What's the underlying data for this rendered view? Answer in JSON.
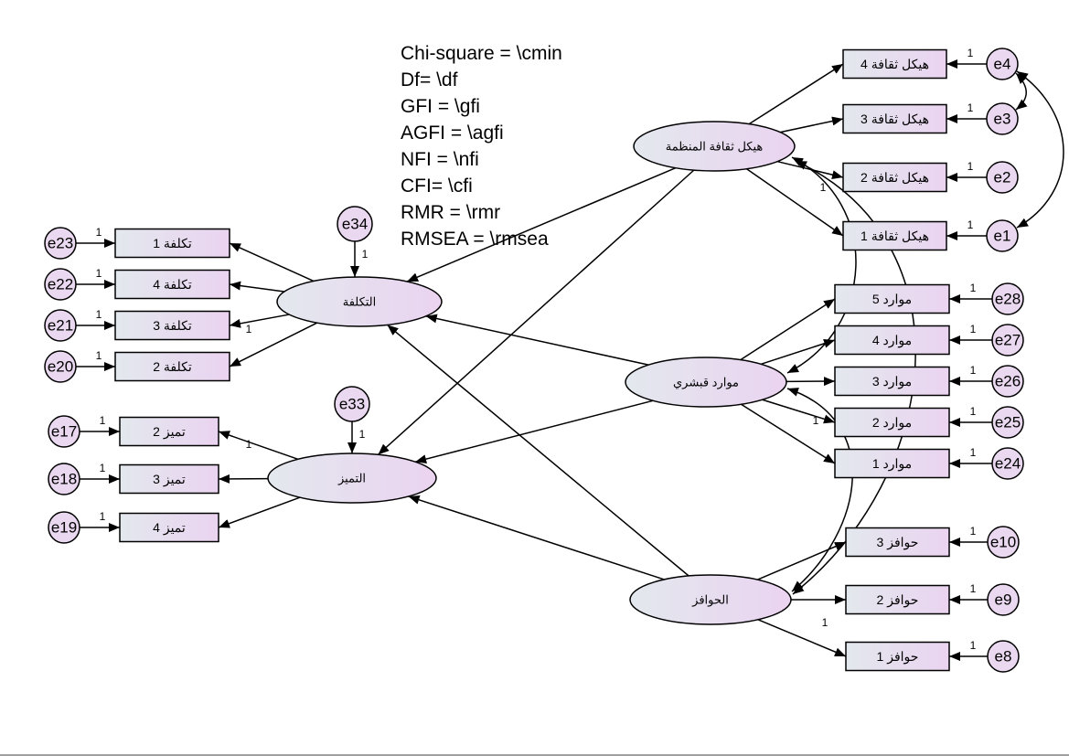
{
  "stats": [
    "Chi-square = \\cmin",
    "Df= \\df",
    "GFI = \\gfi",
    "AGFI = \\agfi",
    "NFI = \\nfi",
    "CFI= \\cfi",
    "RMR = \\rmr",
    "RMSEA = \\rmsea"
  ],
  "fixed_label": "1",
  "latents": {
    "culture": {
      "label": "هيكل ثقافة المنظمة",
      "indicators": [
        {
          "label": "هيكل ثقافة 4",
          "error": "e4"
        },
        {
          "label": "هيكل ثقافة 3",
          "error": "e3"
        },
        {
          "label": "هيكل ثقافة 2",
          "error": "e2"
        },
        {
          "label": "هيكل ثقافة 1",
          "error": "e1"
        }
      ]
    },
    "hr": {
      "label": "موارد قبشري",
      "indicators": [
        {
          "label": "موارد 5",
          "error": "e28"
        },
        {
          "label": "موارد 4",
          "error": "e27"
        },
        {
          "label": "موارد 3",
          "error": "e26"
        },
        {
          "label": "موارد 2",
          "error": "e25"
        },
        {
          "label": "موارد 1",
          "error": "e24"
        }
      ]
    },
    "incentives": {
      "label": "الحوافز",
      "indicators": [
        {
          "label": "حوافز 3",
          "error": "e10"
        },
        {
          "label": "حوافز 2",
          "error": "e9"
        },
        {
          "label": "حوافز 1",
          "error": "e8"
        }
      ]
    },
    "cost": {
      "label": "التكلفة",
      "disturbance": "e34",
      "indicators": [
        {
          "label": "تكلفة 1",
          "error": "e23"
        },
        {
          "label": "تكلفة 4",
          "error": "e22"
        },
        {
          "label": "تكلفة 3",
          "error": "e21"
        },
        {
          "label": "تكلفة 2",
          "error": "e20"
        }
      ]
    },
    "distinction": {
      "label": "التميز",
      "disturbance": "e33",
      "indicators": [
        {
          "label": "تميز  2",
          "error": "e17"
        },
        {
          "label": "تميز  3",
          "error": "e18"
        },
        {
          "label": "تميز  4",
          "error": "e19"
        }
      ]
    }
  },
  "colors": {
    "gradient_left": "#e3e8ee",
    "gradient_right": "#ead3f0",
    "error_fill": "#e9d8ef",
    "stroke": "#000000"
  }
}
